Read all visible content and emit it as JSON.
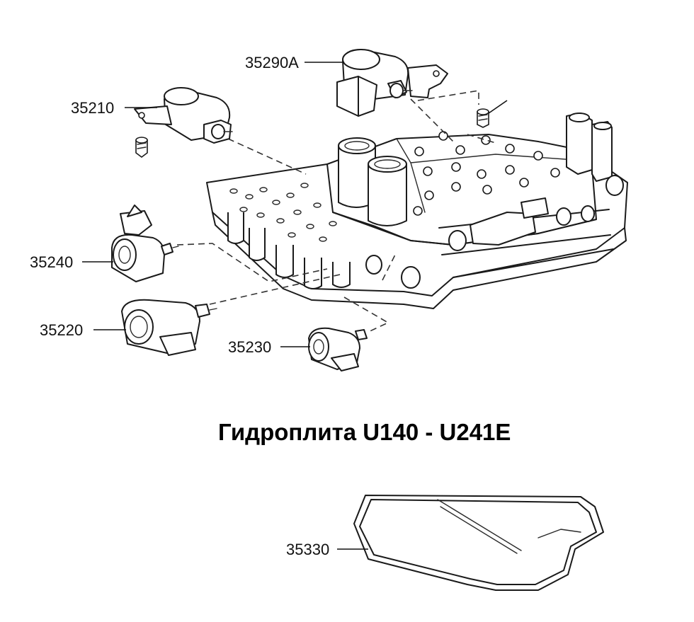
{
  "title": "Гидроплита U140 - U241E",
  "parts": [
    {
      "id": "35290A",
      "label": "35290A"
    },
    {
      "id": "35210",
      "label": "35210"
    },
    {
      "id": "35240",
      "label": "35240"
    },
    {
      "id": "35220",
      "label": "35220"
    },
    {
      "id": "35230",
      "label": "35230"
    },
    {
      "id": "35330",
      "label": "35330"
    }
  ],
  "colors": {
    "ink": "#1a1a1a",
    "background": "#ffffff"
  }
}
